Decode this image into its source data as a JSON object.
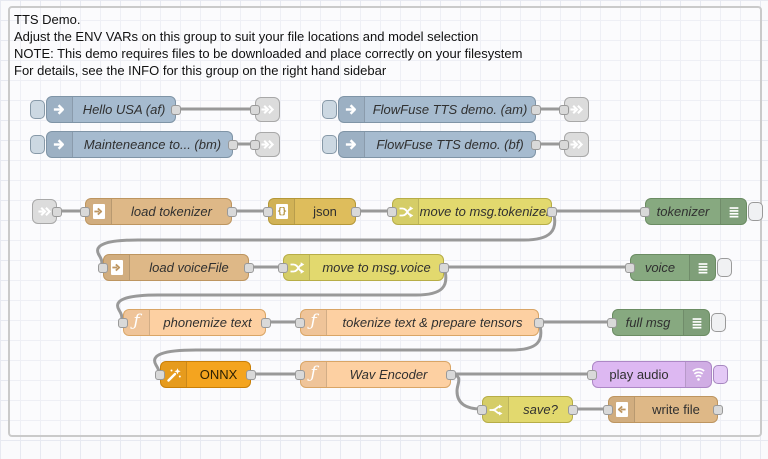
{
  "group": {
    "label_lines": [
      "TTS Demo.",
      "Adjust the ENV VARs on this group to suit your file locations and model selection",
      "NOTE: This demo requires files to be downloaded and place correctly on your filesystem",
      "For details, see the INFO for this group on the right hand sidebar"
    ]
  },
  "nodes": {
    "inject_hello": {
      "label": "Hello USA (af)",
      "type": "inject",
      "icon": "arrow-right-icon"
    },
    "inject_maintenance": {
      "label": "Mainteneance to... (bm)",
      "type": "inject",
      "icon": "arrow-right-icon"
    },
    "inject_flowfuse_am": {
      "label": "FlowFuse TTS demo. (am)",
      "type": "inject",
      "icon": "arrow-right-icon"
    },
    "inject_flowfuse_bf": {
      "label": "FlowFuse TTS demo. (bf)",
      "type": "inject",
      "icon": "arrow-right-icon"
    },
    "load_tokenizer": {
      "label": "load tokenizer",
      "type": "file-in",
      "icon": "file-out-arrow-icon"
    },
    "json_parser": {
      "label": "json",
      "type": "json",
      "icon": "braces-file-icon"
    },
    "move_tokenizer": {
      "label": "move to msg.tokenizer",
      "type": "change",
      "icon": "shuffle-icon"
    },
    "debug_tokenizer": {
      "label": "tokenizer",
      "type": "debug",
      "icon": "list-lines-icon"
    },
    "load_voicefile": {
      "label": "load voiceFile",
      "type": "file-in",
      "icon": "file-out-arrow-icon"
    },
    "move_voice": {
      "label": "move to msg.voice",
      "type": "change",
      "icon": "shuffle-icon"
    },
    "debug_voice": {
      "label": "voice",
      "type": "debug",
      "icon": "list-lines-icon"
    },
    "phonemize": {
      "label": "phonemize text",
      "type": "function",
      "icon": "function-f-icon"
    },
    "tokenize_tensors": {
      "label": "tokenize text & prepare tensors",
      "type": "function",
      "icon": "function-f-icon"
    },
    "debug_fullmsg": {
      "label": "full msg",
      "type": "debug",
      "icon": "list-lines-icon"
    },
    "onnx": {
      "label": "ONNX",
      "type": "onnx",
      "icon": "magic-wand-icon"
    },
    "wav_encoder": {
      "label": "Wav Encoder",
      "type": "function",
      "icon": "function-f-icon"
    },
    "play_audio": {
      "label": "play audio",
      "type": "play-audio",
      "icon": "sound-waves-icon"
    },
    "save_switch": {
      "label": "save?",
      "type": "switch",
      "icon": "branch-icon"
    },
    "write_file": {
      "label": "write file",
      "type": "file-write",
      "icon": "file-in-arrow-icon"
    }
  },
  "palette_colors": {
    "inject": "#a6bbcf",
    "link": "#dcdcdc",
    "file": "#deb887",
    "json": "#debd5c",
    "change": "#e2d96e",
    "switch": "#e2d96e",
    "debug": "#87a980",
    "function": "#fdd0a2",
    "onnx": "#f4a41f",
    "play_audio": "#ddb8f2",
    "wire": "#999999",
    "group_border": "#cacaca"
  }
}
